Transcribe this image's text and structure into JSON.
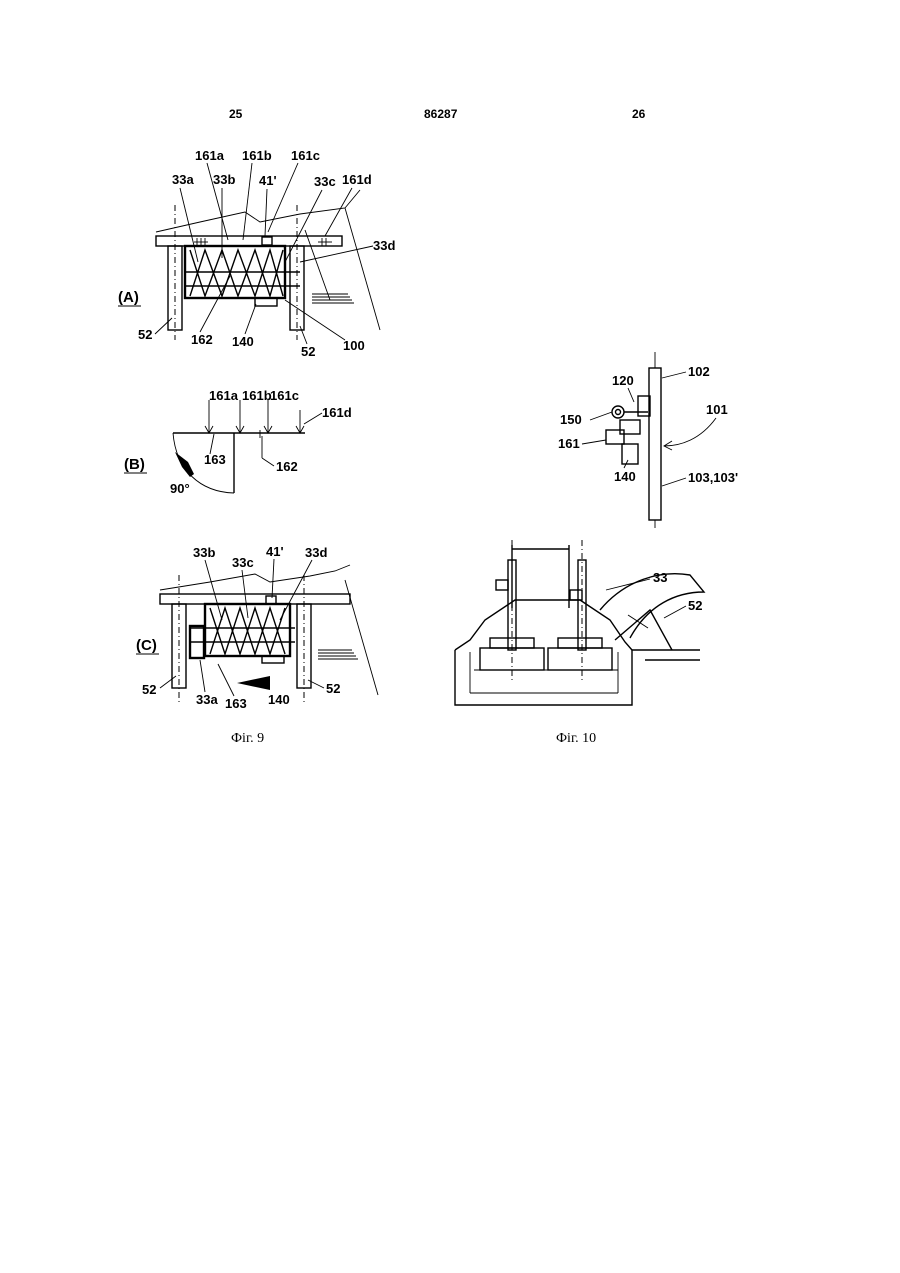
{
  "header": {
    "page_left": "25",
    "patent_number": "86287",
    "page_right": "26"
  },
  "figure9": {
    "caption": "Фіг. 9",
    "panel_a": {
      "tag": "(A)",
      "labels": [
        "161a",
        "161b",
        "161c",
        "33a",
        "33b",
        "41'",
        "33c",
        "161d",
        "33d",
        "52",
        "162",
        "140",
        "52",
        "100"
      ]
    },
    "panel_b": {
      "tag": "(B)",
      "labels": [
        "161a",
        "161b",
        "161c",
        "161d",
        "163",
        "162",
        "90°"
      ]
    },
    "panel_c": {
      "tag": "(C)",
      "labels": [
        "33b",
        "33c",
        "41'",
        "33d",
        "52",
        "33a",
        "163",
        "140",
        "52"
      ]
    }
  },
  "figure10": {
    "caption": "Фіг. 10",
    "detail_labels": [
      "102",
      "120",
      "101",
      "150",
      "161",
      "140",
      "103,103'"
    ],
    "section_labels": [
      "33",
      "52"
    ]
  }
}
